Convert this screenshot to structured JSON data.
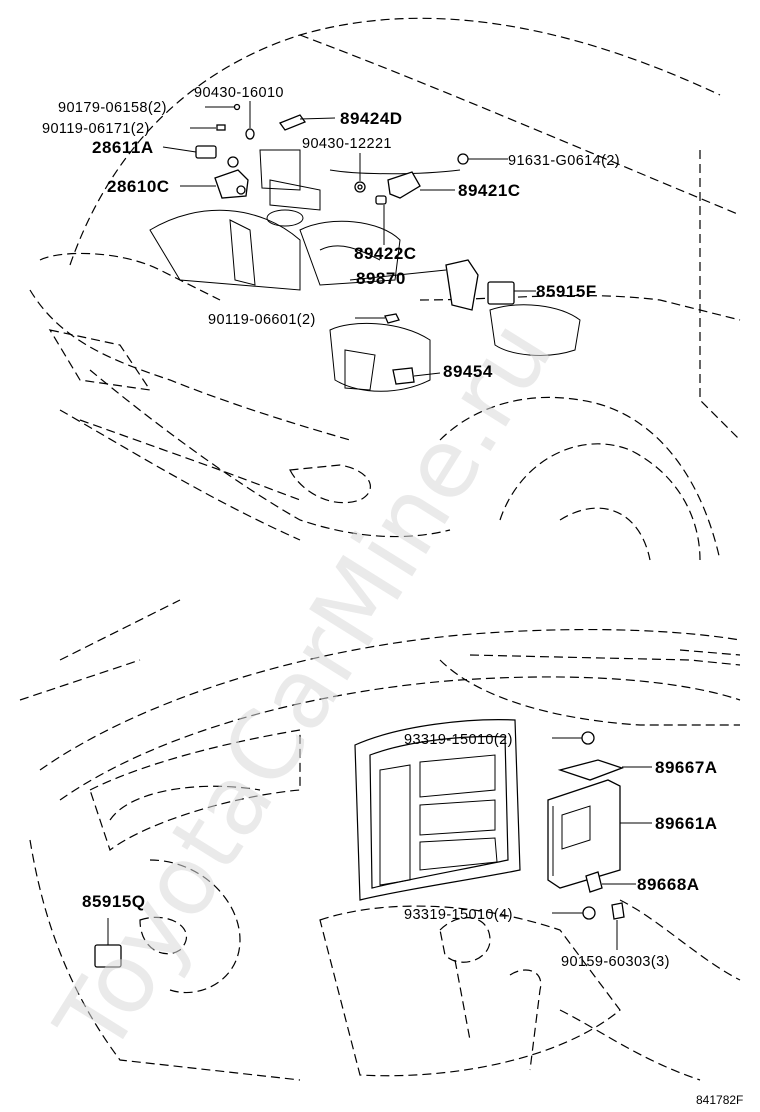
{
  "labels": {
    "p90430_16010": "90430-16010",
    "p90179_06158": "90179-06158(2)",
    "p90119_06171": "90119-06171(2)",
    "p28611A": "28611A",
    "p28610C": "28610C",
    "p89424D": "89424D",
    "p90430_12221": "90430-12221",
    "p91631_G0614": "91631-G0614(2)",
    "p89421C": "89421C",
    "p89422C": "89422C",
    "p89870": "89870",
    "p85915F": "85915F",
    "p90119_06601": "90119-06601(2)",
    "p89454": "89454",
    "p93319_15010_2": "93319-15010(2)",
    "p89667A": "89667A",
    "p89661A": "89661A",
    "p89668A": "89668A",
    "p85915Q": "85915Q",
    "p93319_15010_4": "93319-15010(4)",
    "p90159_60303": "90159-60303(3)"
  },
  "figure_id": "841782F",
  "watermark": "ToyotaCarMine.ru"
}
